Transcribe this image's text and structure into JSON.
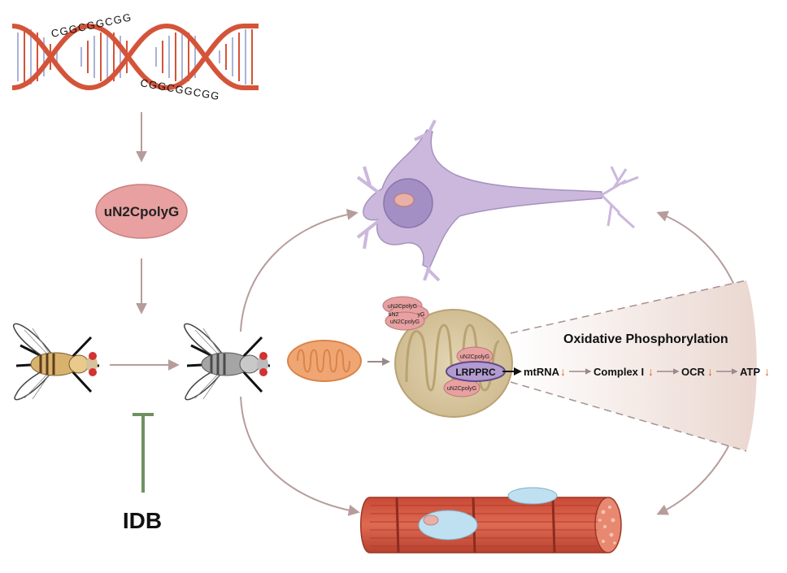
{
  "dna": {
    "seq_top": "CGGCGGCGG",
    "seq_bottom": "CGGCGGCGG"
  },
  "protein": {
    "label": "uN2CpolyG"
  },
  "inhibitor": {
    "label": "IDB"
  },
  "mito": {
    "aggregate_label": "uN2CpolyG",
    "aggregate_label_partial": "uN2",
    "aggregate_label_partial_end": "yG",
    "lrpprc_label": "LRPPRC"
  },
  "oxphos": {
    "title": "Oxidative Phosphorylation",
    "chain": [
      "mtRNA",
      "Complex I",
      "OCR",
      "ATP"
    ],
    "down_arrow": "↓"
  },
  "colors": {
    "dna_red": "#d4543a",
    "dna_blue": "#aab3d6",
    "arrow": "#b79c9c",
    "protein_fill": "#e8a0a0",
    "neuron": "#cbb8dc",
    "mito_outer": "#d9c8a3",
    "muscle": "#d2533f",
    "inhibitor": "#6f9162",
    "down_arrow": "#e0611e",
    "wedge": "#f1e4e0"
  }
}
